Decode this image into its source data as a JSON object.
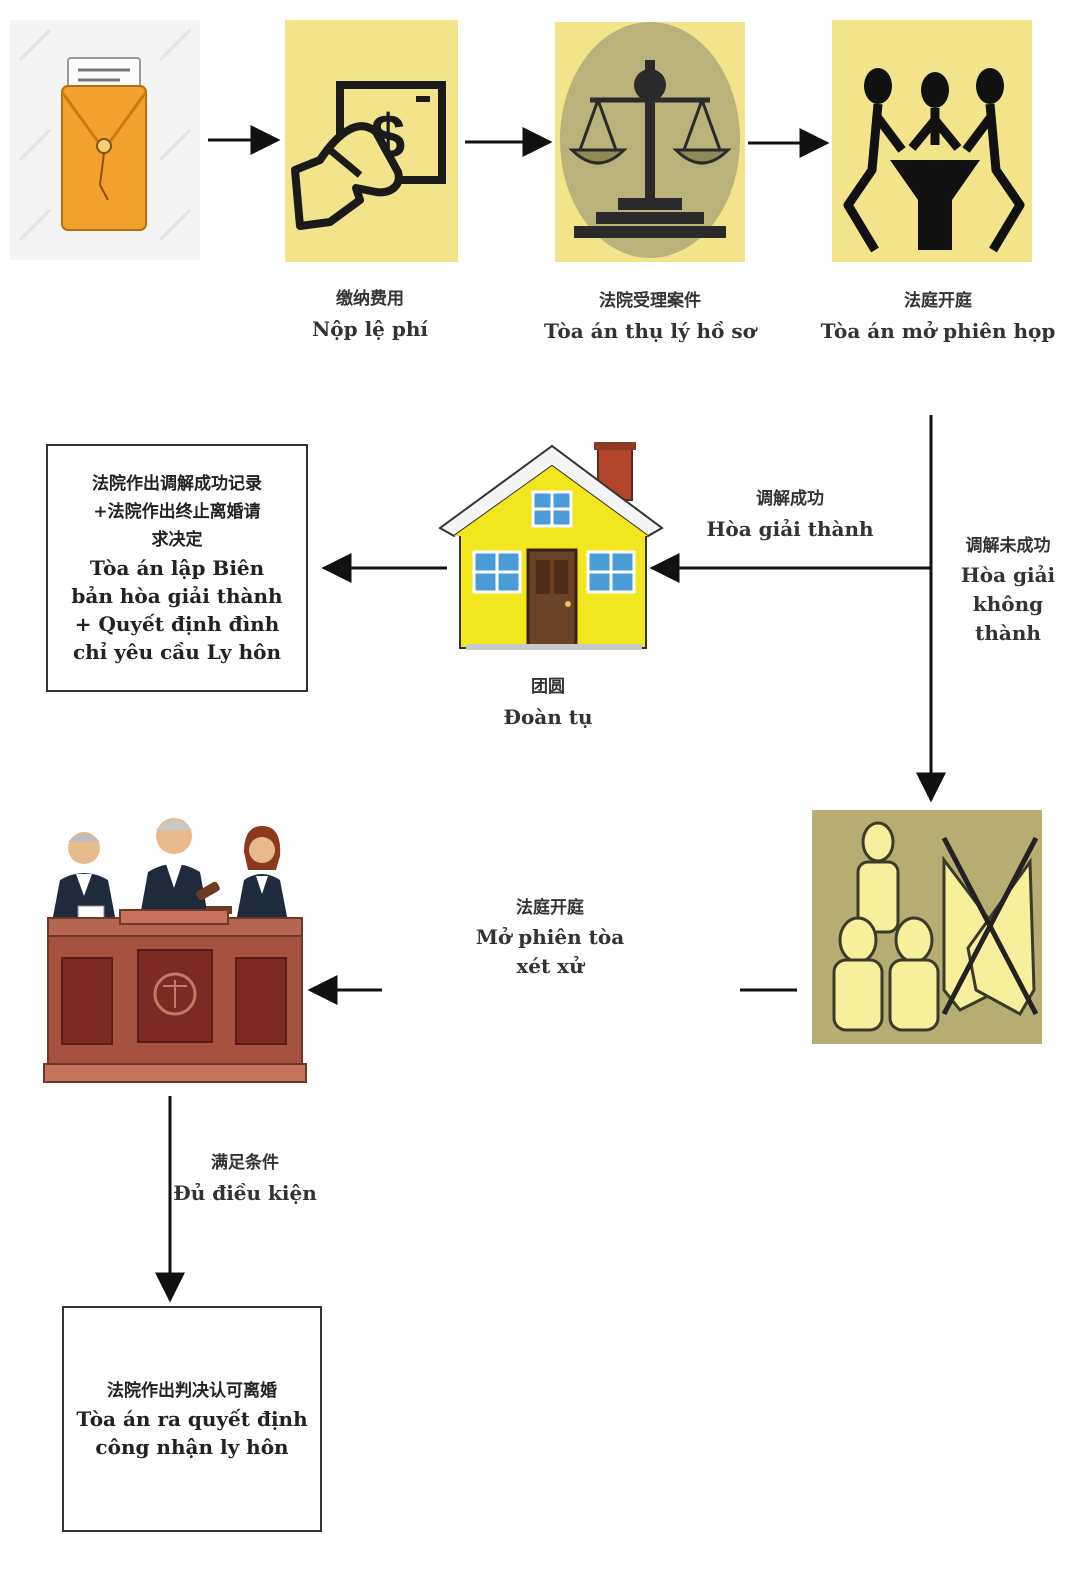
{
  "steps": {
    "submit": {
      "icon": "document-envelope-icon"
    },
    "fee": {
      "zh": "缴纳费用",
      "vi": "Nộp lệ phí",
      "icon": "hand-money-icon"
    },
    "accept": {
      "zh": "法院受理案件",
      "vi": "Tòa án thụ lý hồ sơ",
      "icon": "scales-of-justice-icon"
    },
    "hearing": {
      "zh": "法庭开庭",
      "vi": "Tòa án mở phiên họp",
      "icon": "meeting-people-icon"
    },
    "reunion": {
      "zh": "团圆",
      "vi": "Đoàn tụ",
      "icon": "house-icon"
    },
    "failed": {
      "icon": "broken-handshake-icon"
    },
    "trial": {
      "icon": "judges-bench-icon"
    }
  },
  "edges": {
    "success": {
      "zh": "调解成功",
      "vi": "Hòa giải  thành"
    },
    "fail": {
      "zh": "调解未成功",
      "vi1": "Hòa giải",
      "vi2": "không",
      "vi3": "thành"
    },
    "trial_open": {
      "zh": "法庭开庭",
      "vi1": "Mở phiên tòa",
      "vi2": "xét xử"
    },
    "qualified": {
      "zh": "满足条件",
      "vi": "Đủ điều kiện"
    }
  },
  "results": {
    "mediation": {
      "zh1": "法院作出调解成功记录",
      "zh2": "+法院作出终止离婚请",
      "zh3": "求决定",
      "vi1": "Tòa án lập Biên",
      "vi2": "bản hòa giải thành",
      "vi3": "+ Quyết định đình",
      "vi4": "chỉ yêu cầu Ly hôn"
    },
    "divorce": {
      "zh": "法院作出判决认可离婚",
      "vi1": "Tòa án ra quyết định",
      "vi2": "công nhận ly hôn"
    }
  },
  "colors": {
    "icon_yellow": "#f1e48a",
    "house_yellow": "#f2e61e",
    "envelope_orange": "#f2a12e",
    "olive_bg": "#b9b27a",
    "trial_wood": "#a5533e",
    "arrow": "#111111"
  }
}
